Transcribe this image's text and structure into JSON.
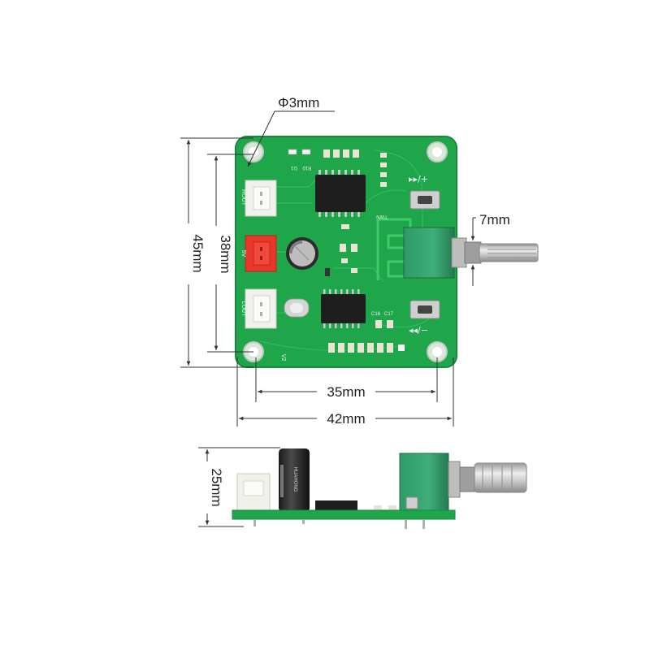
{
  "dimensions": {
    "hole_diameter": "Φ3mm",
    "shaft_diameter": "7mm",
    "board_height": "45mm",
    "hole_spacing_vertical": "38mm",
    "hole_spacing_horizontal": "35mm",
    "board_width": "42mm",
    "side_height": "25mm"
  },
  "board_labels": {
    "right_out": "ROUT",
    "power": "5V",
    "left_out": "LOUT",
    "version": "V2",
    "led": "D1",
    "resistor": "R10",
    "bluetooth": "TWN",
    "c16": "C16",
    "c17": "C17",
    "cap_side_text": "HUAHONG"
  },
  "colors": {
    "pcb": "#1fa54a",
    "pcb_dark": "#168a3b",
    "connector_white": "#f1f1ec",
    "connector_red": "#e8362b",
    "potentiometer": "#2a8a5e",
    "shaft": "#c8c8c8",
    "dimension_line": "#333333"
  }
}
